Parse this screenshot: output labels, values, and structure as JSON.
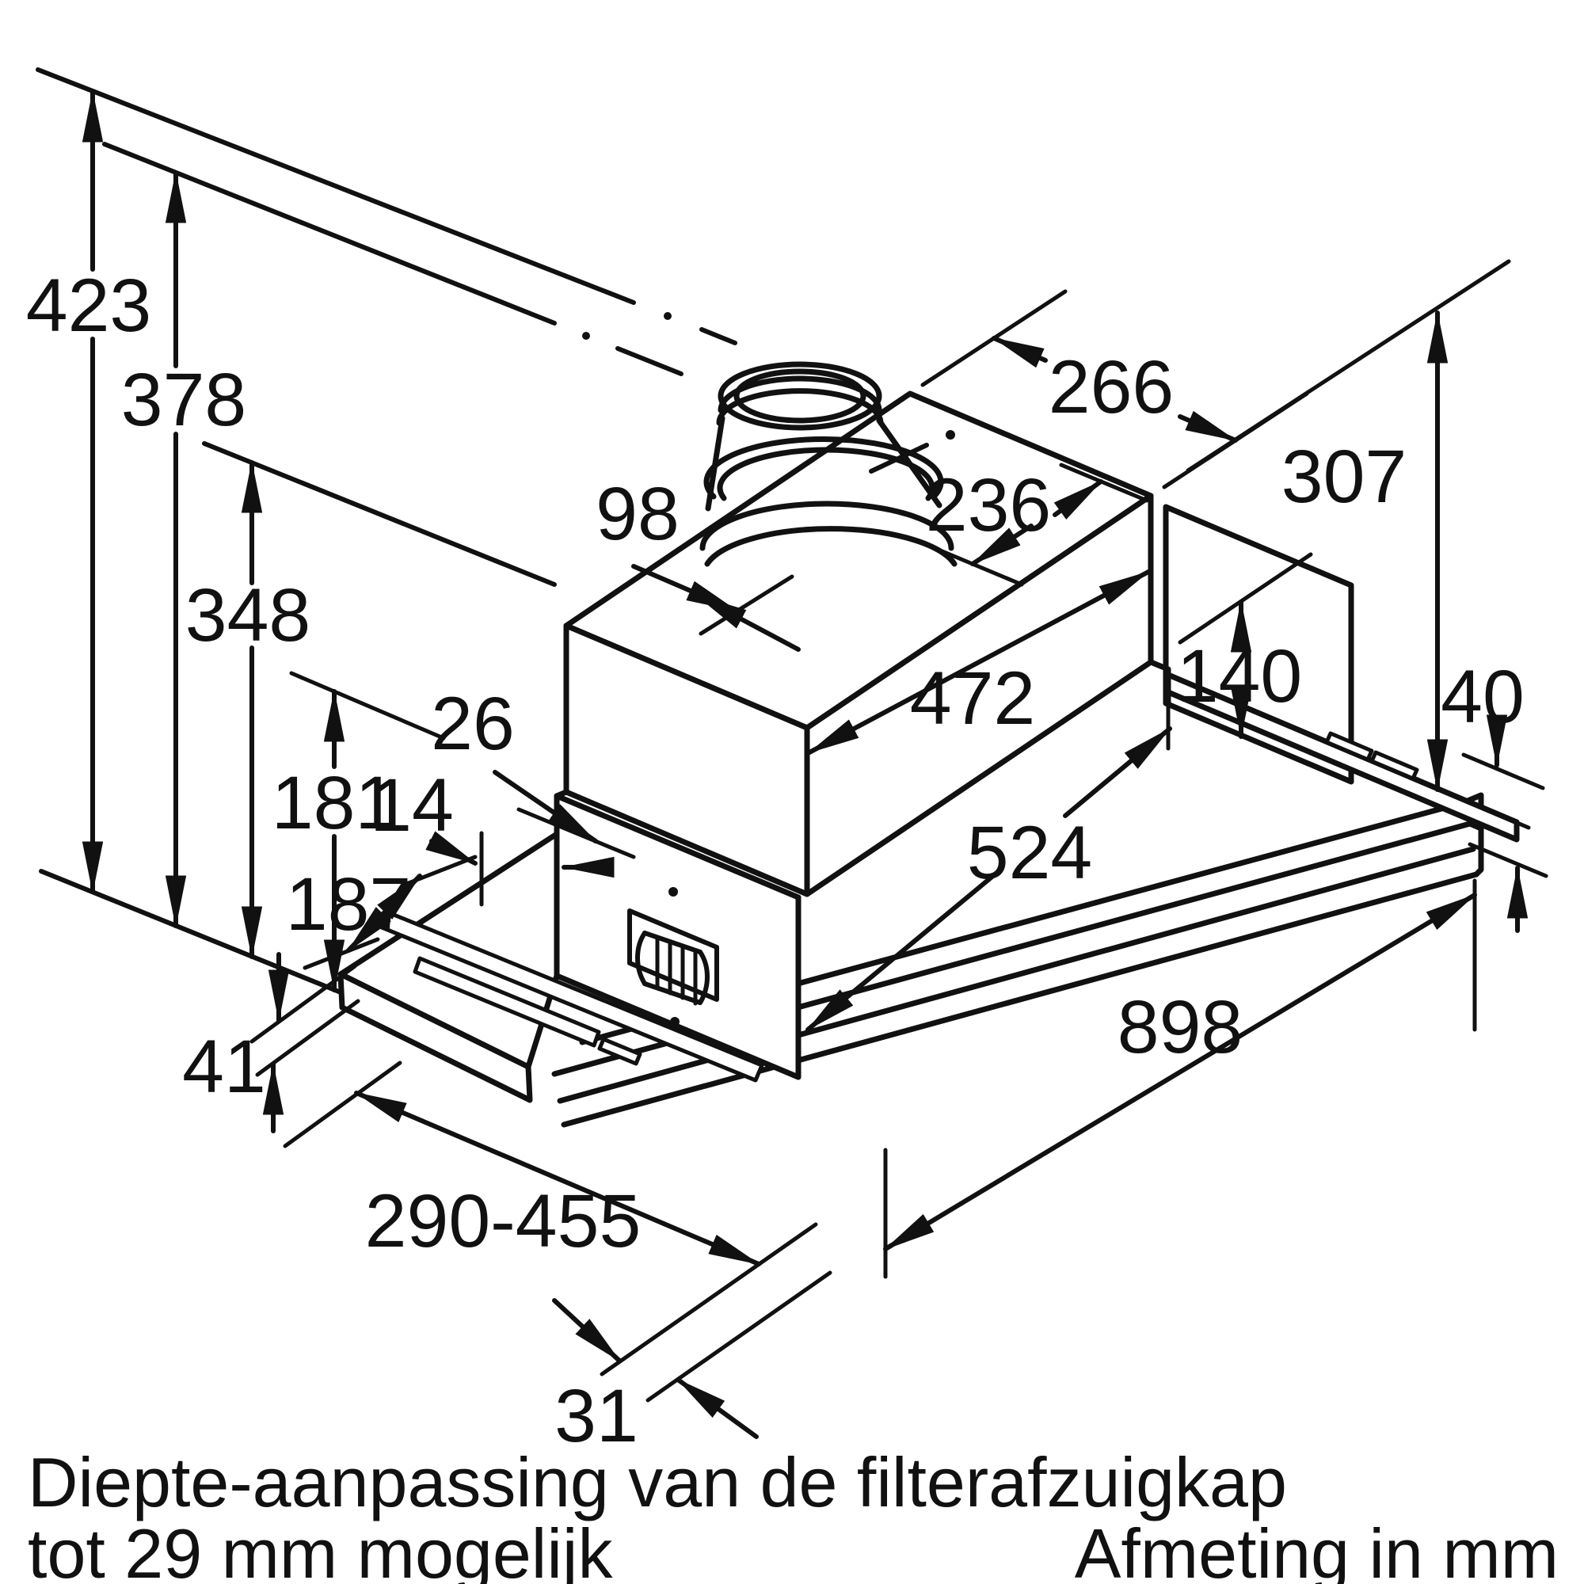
{
  "diagram": {
    "dimensions": {
      "d423": "423",
      "d378": "378",
      "d348": "348",
      "d181": "181",
      "d26": "26",
      "d98": "98",
      "d14": "14",
      "d187": "187",
      "d41": "41",
      "d266": "266",
      "d236": "236",
      "d307": "307",
      "d140": "140",
      "d472": "472",
      "d524": "524",
      "d40": "40",
      "d898": "898",
      "d290_455": "290-455",
      "d31": "31"
    },
    "captions": {
      "line1": "Diepte-aanpassing van de filterafzuigkap",
      "line2": "tot 29 mm mogelijk",
      "units": "Afmeting in mm"
    },
    "colors": {
      "line": "#111111",
      "background": "#ffffff"
    }
  }
}
